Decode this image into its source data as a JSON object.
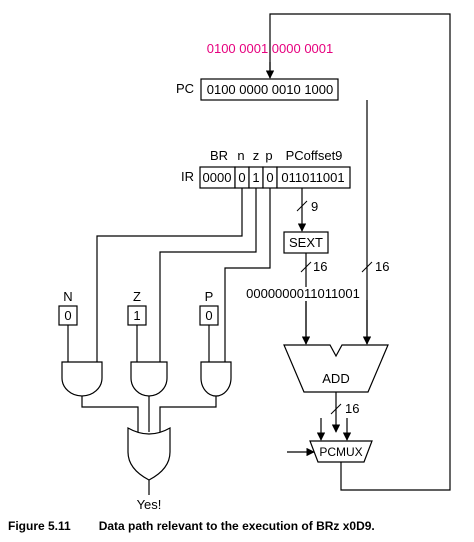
{
  "incoming_value": "0100 0001 0000 0001",
  "pc": {
    "label": "PC",
    "value": "0100 0000 0010 1000"
  },
  "ir": {
    "label": "IR",
    "headers": {
      "br": "BR",
      "n": "n",
      "z": "z",
      "p": "p",
      "offset": "PCoffset9"
    },
    "fields": {
      "opcode": "0000",
      "n": "0",
      "z": "1",
      "p": "0",
      "offset": "011011001"
    }
  },
  "bus_widths": {
    "offset": "9",
    "sext_out": "16",
    "pc_path": "16",
    "add_out": "16"
  },
  "sext_label": "SEXT",
  "sext_output_value": "0000000011011001",
  "cc": [
    {
      "name": "N",
      "value": "0"
    },
    {
      "name": "Z",
      "value": "1"
    },
    {
      "name": "P",
      "value": "0"
    }
  ],
  "add_label": "ADD",
  "pcmux_label": "PCMUX",
  "result_label": "Yes!",
  "caption": {
    "number": "Figure 5.11",
    "text": "Data path relevant to the execution of BRz x0D9."
  },
  "colors": {
    "accent": "#e6007e",
    "line": "#000000"
  }
}
